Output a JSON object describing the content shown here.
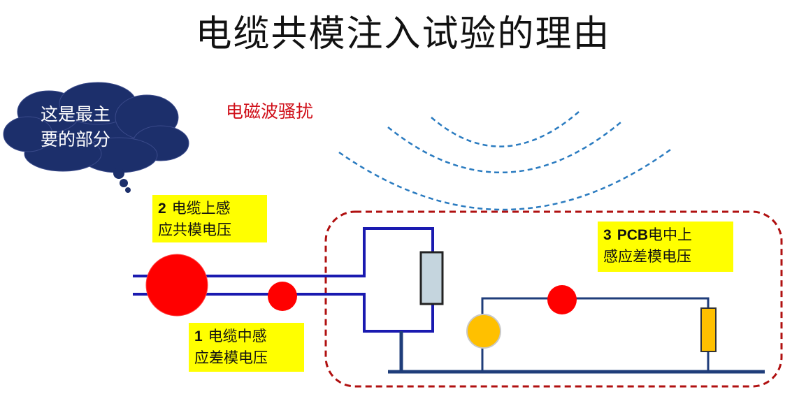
{
  "title": "电缆共模注入试验的理由",
  "emi_label": "电磁波骚扰",
  "thought_bubble": {
    "line1": "这是最主",
    "line2": "要的部分"
  },
  "notes": {
    "cable_cm": {
      "number": "2",
      "line1": "电缆上感",
      "line2": "应共模电压"
    },
    "cable_dm": {
      "number": "1",
      "line1": "电缆中感",
      "line2": "应差模电压"
    },
    "pcb_dm": {
      "number": "3",
      "pcb": "PCB",
      "line1_rest": "电中上",
      "line2": "感应差模电压"
    }
  },
  "colors": {
    "cable_blue": "#1a1ab0",
    "wave_blue": "#2a7bc0",
    "boundary_red": "#b01010",
    "source_red": "#ff0000",
    "source_orange": "#ffc000",
    "note_yellow": "#ffff00",
    "cloud_navy": "#1c2f6b"
  }
}
